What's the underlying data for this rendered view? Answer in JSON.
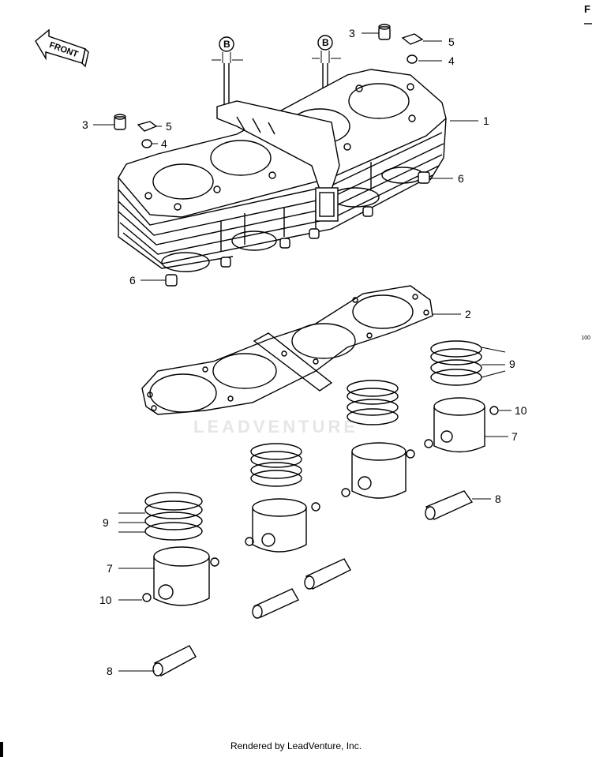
{
  "front_label": "FRONT",
  "detail_ref": "B",
  "callouts": {
    "c1": "1",
    "c2": "2",
    "c3a": "3",
    "c3b": "3",
    "c4a": "4",
    "c4b": "4",
    "c5a": "5",
    "c5b": "5",
    "c6a": "6",
    "c6b": "6",
    "c7a": "7",
    "c7b": "7",
    "c8a": "8",
    "c8b": "8",
    "c9a": "9",
    "c9b": "9",
    "c10a": "10",
    "c10b": "10"
  },
  "watermark": "LEADVENTURE",
  "edge_top": "F",
  "edge_mid": "100",
  "footer": "Rendered by LeadVenture, Inc."
}
